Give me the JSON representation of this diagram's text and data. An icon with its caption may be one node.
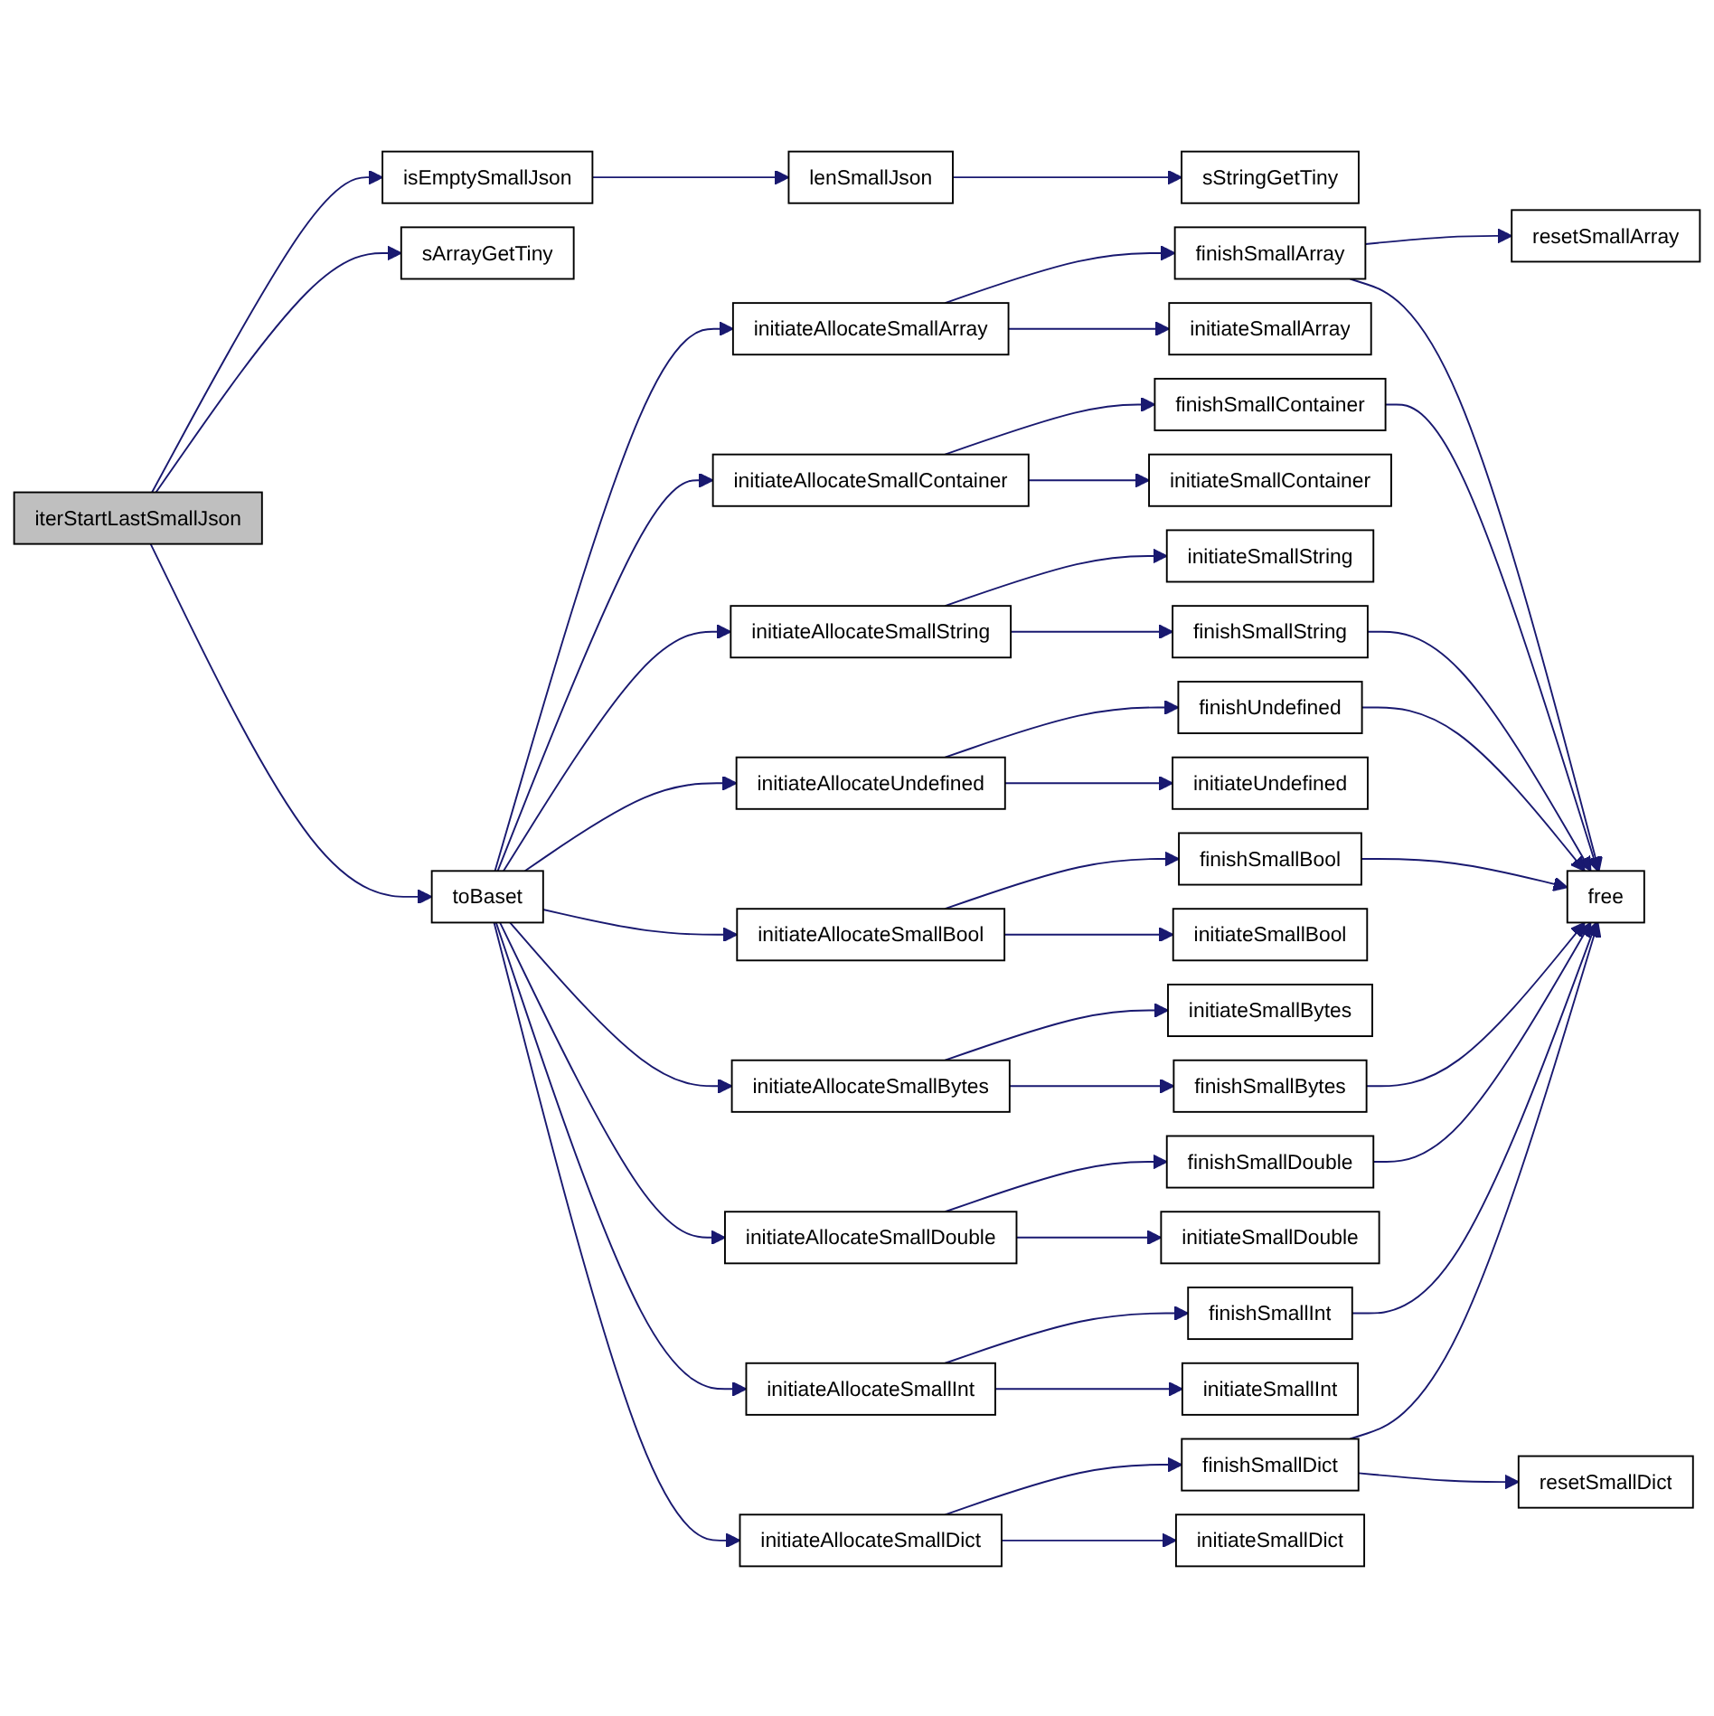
{
  "diagram": {
    "nodes": [
      {
        "text": [
          "iterStartLastSmallJson"
        ]
      },
      {
        "text": [
          "isEmptySmallJson"
        ]
      },
      {
        "text": [
          "lenSmallJson"
        ]
      },
      {
        "text": [
          "sStringGetTiny"
        ]
      },
      {
        "text": [
          "sArrayGetTiny"
        ]
      },
      {
        "text": [
          "toBaset"
        ]
      },
      {
        "text": [
          "initiateAllocateSmallArray"
        ]
      },
      {
        "text": [
          "finishSmallArray"
        ]
      },
      {
        "text": [
          "resetSmallArray"
        ]
      },
      {
        "text": [
          "initiateSmallArray"
        ]
      },
      {
        "text": [
          "initiateAllocateSmallContainer"
        ]
      },
      {
        "text": [
          "finishSmallContainer"
        ]
      },
      {
        "text": [
          "initiateSmallContainer"
        ]
      },
      {
        "text": [
          "initiateAllocateSmallString"
        ]
      },
      {
        "text": [
          "initiateSmallString"
        ]
      },
      {
        "text": [
          "finishSmallString"
        ]
      },
      {
        "text": [
          "initiateAllocateUndefined"
        ]
      },
      {
        "text": [
          "finishUndefined"
        ]
      },
      {
        "text": [
          "initiateUndefined"
        ]
      },
      {
        "text": [
          "initiateAllocateSmallBool"
        ]
      },
      {
        "text": [
          "finishSmallBool"
        ]
      },
      {
        "text": [
          "free"
        ]
      },
      {
        "text": [
          "initiateSmallBool"
        ]
      },
      {
        "text": [
          "initiateAllocateSmallBytes"
        ]
      },
      {
        "text": [
          "initiateSmallBytes"
        ]
      },
      {
        "text": [
          "finishSmallBytes"
        ]
      },
      {
        "text": [
          "initiateAllocateSmallDouble"
        ]
      },
      {
        "text": [
          "finishSmallDouble"
        ]
      },
      {
        "text": [
          "initiateSmallDouble"
        ]
      },
      {
        "text": [
          "initiateAllocateSmallInt"
        ]
      },
      {
        "text": [
          "finishSmallInt"
        ]
      },
      {
        "text": [
          "initiateSmallInt"
        ]
      },
      {
        "text": [
          "initiateAllocateSmallDict"
        ]
      },
      {
        "text": [
          "finishSmallDict"
        ]
      },
      {
        "text": [
          "resetSmallDict"
        ]
      },
      {
        "text": [
          "initiateSmallDict"
        ]
      }
    ],
    "edges": [
      {
        "from": 0,
        "to": 1,
        "arrow": "to"
      },
      {
        "from": 0,
        "to": 4,
        "arrow": "to"
      },
      {
        "from": 0,
        "to": 5,
        "arrow": "to"
      },
      {
        "from": 1,
        "to": 2,
        "arrow": "to"
      },
      {
        "from": 2,
        "to": 3,
        "arrow": "to"
      },
      {
        "from": 5,
        "to": 6,
        "arrow": "to"
      },
      {
        "from": 5,
        "to": 10,
        "arrow": "to"
      },
      {
        "from": 5,
        "to": 13,
        "arrow": "to"
      },
      {
        "from": 5,
        "to": 16,
        "arrow": "to"
      },
      {
        "from": 5,
        "to": 19,
        "arrow": "to"
      },
      {
        "from": 5,
        "to": 23,
        "arrow": "to"
      },
      {
        "from": 5,
        "to": 26,
        "arrow": "to"
      },
      {
        "from": 5,
        "to": 29,
        "arrow": "to"
      },
      {
        "from": 5,
        "to": 32,
        "arrow": "to"
      },
      {
        "from": 6,
        "to": 7,
        "arrow": "to"
      },
      {
        "from": 6,
        "to": 9,
        "arrow": "to"
      },
      {
        "from": 7,
        "to": 8,
        "arrow": "to"
      },
      {
        "from": 7,
        "to": 21,
        "arrow": "to"
      },
      {
        "from": 10,
        "to": 11,
        "arrow": "to"
      },
      {
        "from": 10,
        "to": 12,
        "arrow": "to"
      },
      {
        "from": 11,
        "to": 21,
        "arrow": "to"
      },
      {
        "from": 13,
        "to": 14,
        "arrow": "to"
      },
      {
        "from": 13,
        "to": 15,
        "arrow": "to"
      },
      {
        "from": 15,
        "to": 21,
        "arrow": "to"
      },
      {
        "from": 16,
        "to": 17,
        "arrow": "to"
      },
      {
        "from": 16,
        "to": 18,
        "arrow": "to"
      },
      {
        "from": 17,
        "to": 21,
        "arrow": "to"
      },
      {
        "from": 19,
        "to": 20,
        "arrow": "to"
      },
      {
        "from": 19,
        "to": 22,
        "arrow": "to"
      },
      {
        "from": 20,
        "to": 21,
        "arrow": "to"
      },
      {
        "from": 23,
        "to": 24,
        "arrow": "to"
      },
      {
        "from": 23,
        "to": 25,
        "arrow": "to"
      },
      {
        "from": 25,
        "to": 21,
        "arrow": "to"
      },
      {
        "from": 26,
        "to": 27,
        "arrow": "to"
      },
      {
        "from": 26,
        "to": 28,
        "arrow": "to"
      },
      {
        "from": 27,
        "to": 21,
        "arrow": "to"
      },
      {
        "from": 29,
        "to": 30,
        "arrow": "to"
      },
      {
        "from": 29,
        "to": 31,
        "arrow": "to"
      },
      {
        "from": 30,
        "to": 21,
        "arrow": "to"
      },
      {
        "from": 32,
        "to": 33,
        "arrow": "to"
      },
      {
        "from": 32,
        "to": 35,
        "arrow": "to"
      },
      {
        "from": 33,
        "to": 34,
        "arrow": "to"
      },
      {
        "from": 33,
        "to": 21,
        "arrow": "to"
      }
    ]
  }
}
